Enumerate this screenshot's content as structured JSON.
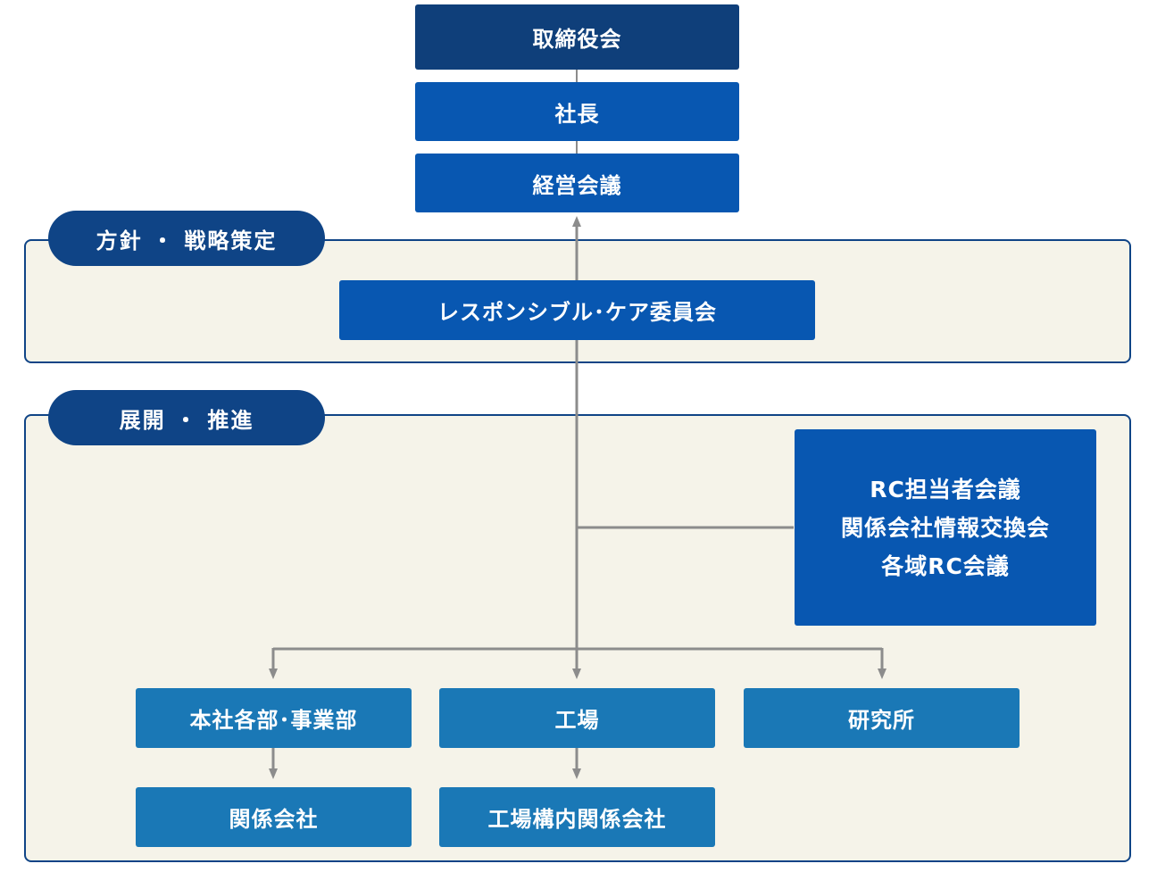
{
  "nodes": {
    "board": "取締役会",
    "president": "社長",
    "management_meeting": "経営会議",
    "rc_committee": "レスポンシブル･ケア委員会",
    "rc_meetings": [
      "RC担当者会議",
      "関係会社情報交換会",
      "各域RC会議"
    ],
    "hq_divisions": "本社各部･事業部",
    "factory": "工場",
    "research": "研究所",
    "affiliates": "関係会社",
    "factory_affiliates": "工場構内関係会社"
  },
  "sections": {
    "policy": "方針 ・ 戦略策定",
    "deployment": "展開 ・ 推進"
  },
  "colors": {
    "navy": "#0f3f7a",
    "blue": "#0857b1",
    "steel": "#1a78b6",
    "section_bg": "#f5f3e9",
    "section_border": "#0f4486",
    "connector": "#8c8c8c"
  }
}
